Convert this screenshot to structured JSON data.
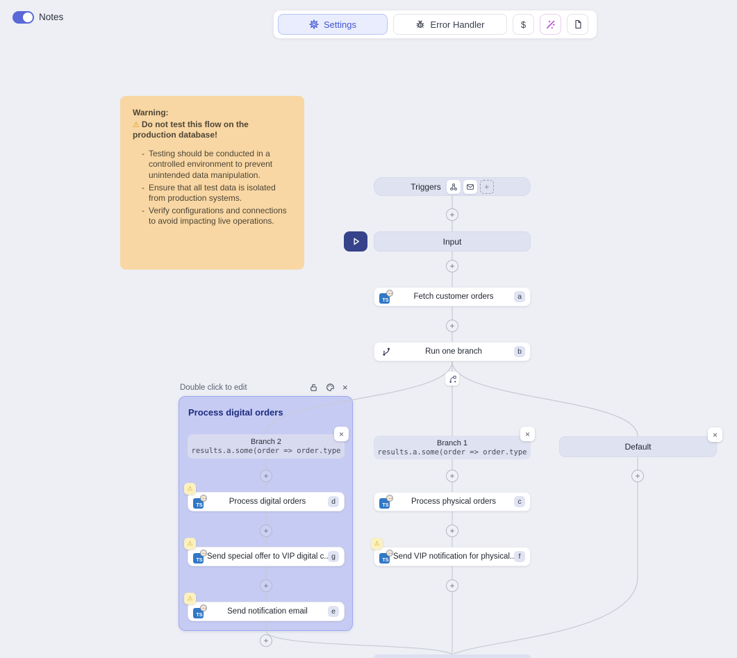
{
  "ui": {
    "plus": "+",
    "close": "×",
    "dollar": "$",
    "warning_glyph": "⚠",
    "dash": "-"
  },
  "header": {
    "notes_label": "Notes",
    "settings_label": "Settings",
    "error_handler_label": "Error Handler"
  },
  "note": {
    "title": "Warning:",
    "alert": "Do not test this flow on the production database!",
    "bullets": [
      "Testing should be conducted in a controlled environment to prevent unintended data manipulation.",
      "Ensure that all test data is isolated from production systems.",
      "Verify configurations and connections to avoid impacting live operations."
    ]
  },
  "flow": {
    "ts_label": "TS",
    "triggers_label": "Triggers",
    "input_label": "Input",
    "fetch": {
      "label": "Fetch customer orders",
      "badge": "a"
    },
    "run": {
      "label": "Run one branch",
      "badge": "b"
    },
    "group": {
      "hint": "Double click to edit",
      "title": "Process digital orders",
      "branch_name": "Branch 2",
      "condition": "results.a.some(order => order.type",
      "steps": [
        {
          "label": "Process digital orders",
          "badge": "d"
        },
        {
          "label": "Send special offer to VIP digital c...",
          "badge": "g"
        },
        {
          "label": "Send notification email",
          "badge": "e"
        }
      ]
    },
    "branch1": {
      "name": "Branch 1",
      "condition": "results.a.some(order => order.type",
      "steps": [
        {
          "label": "Process physical orders",
          "badge": "c"
        },
        {
          "label": "Send VIP notification for physical...",
          "badge": "f"
        }
      ]
    },
    "default_name": "Default"
  },
  "colors": {
    "accent": "#4355d2",
    "group_bg": "#c6cbf3",
    "warning_note_bg": "#f8d7a4",
    "wand": "#bb4ed1",
    "toggle_on": "#5b68d8",
    "ts_blue": "#3178c6",
    "play_bg": "#36428a",
    "wire": "#c8cad5"
  }
}
